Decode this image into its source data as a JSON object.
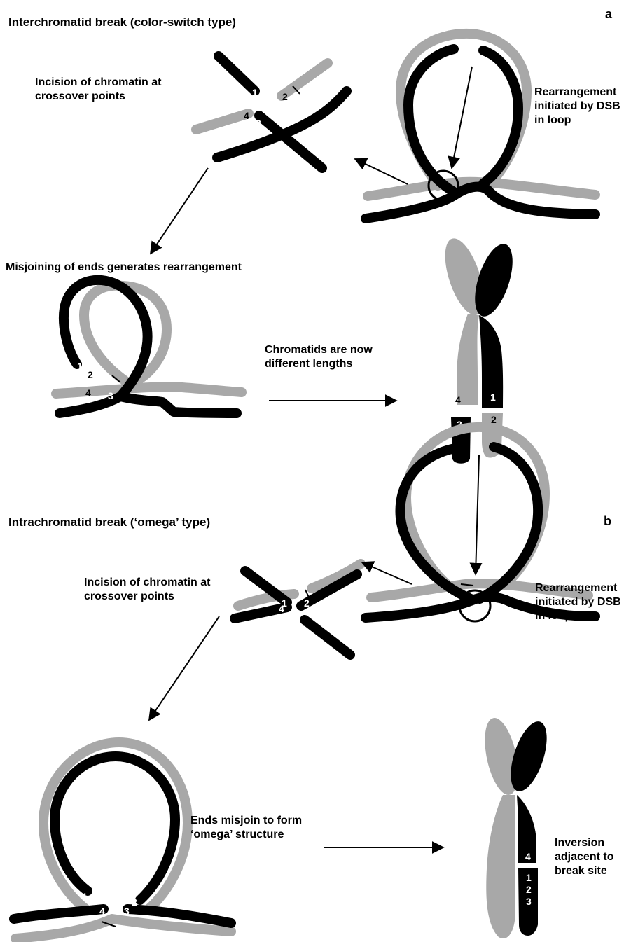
{
  "panel_a": {
    "letter": "a",
    "title": "Interchromatid break (color-switch type)",
    "incision_label": "Incision of chromatin at\ncrossover points",
    "dsb_label": "Rearrangement\ninitiated by DSB\nin loop",
    "misjoin_label": "Misjoining of ends generates rearrangement",
    "result_label": "Chromatids are now\ndifferent lengths",
    "markers": [
      "1",
      "2",
      "3",
      "4"
    ]
  },
  "panel_b": {
    "letter": "b",
    "title": "Intrachromatid break (‘omega’ type)",
    "incision_label": "Incision of chromatin at\ncrossover points",
    "dsb_label": "Rearrangement\ninitiated by DSB\nin loop",
    "misjoin_label": "Ends misjoin to form\n‘omega’ structure",
    "result_label": "Inversion\nadjacent to\nbreak site",
    "markers": [
      "1",
      "2",
      "3",
      "4"
    ]
  },
  "colors": {
    "chromatid_dark": "#000000",
    "chromatid_light": "#a8a8a8",
    "background": "#ffffff"
  }
}
